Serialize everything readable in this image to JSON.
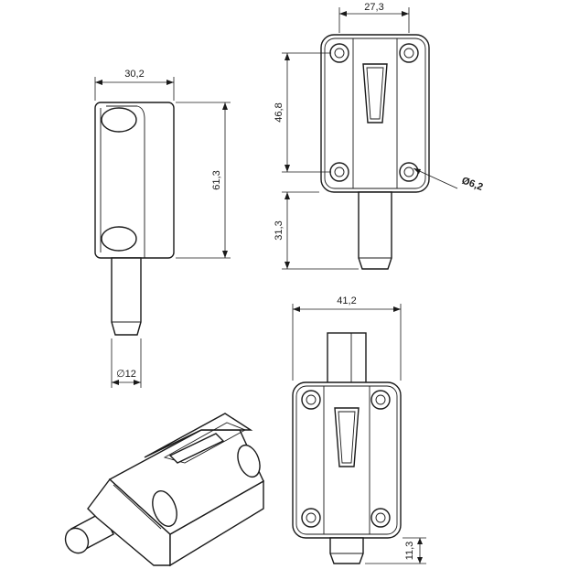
{
  "dimensions": {
    "side_width": "30,2",
    "side_height": "61,3",
    "pin_diameter": "∅12",
    "front_width": "27,3",
    "hole_spacing": "46,8",
    "pin_length": "31,3",
    "hole_diameter": "Ø6,2",
    "overall_width": "41,2",
    "pin_protrusion": "11,3"
  }
}
